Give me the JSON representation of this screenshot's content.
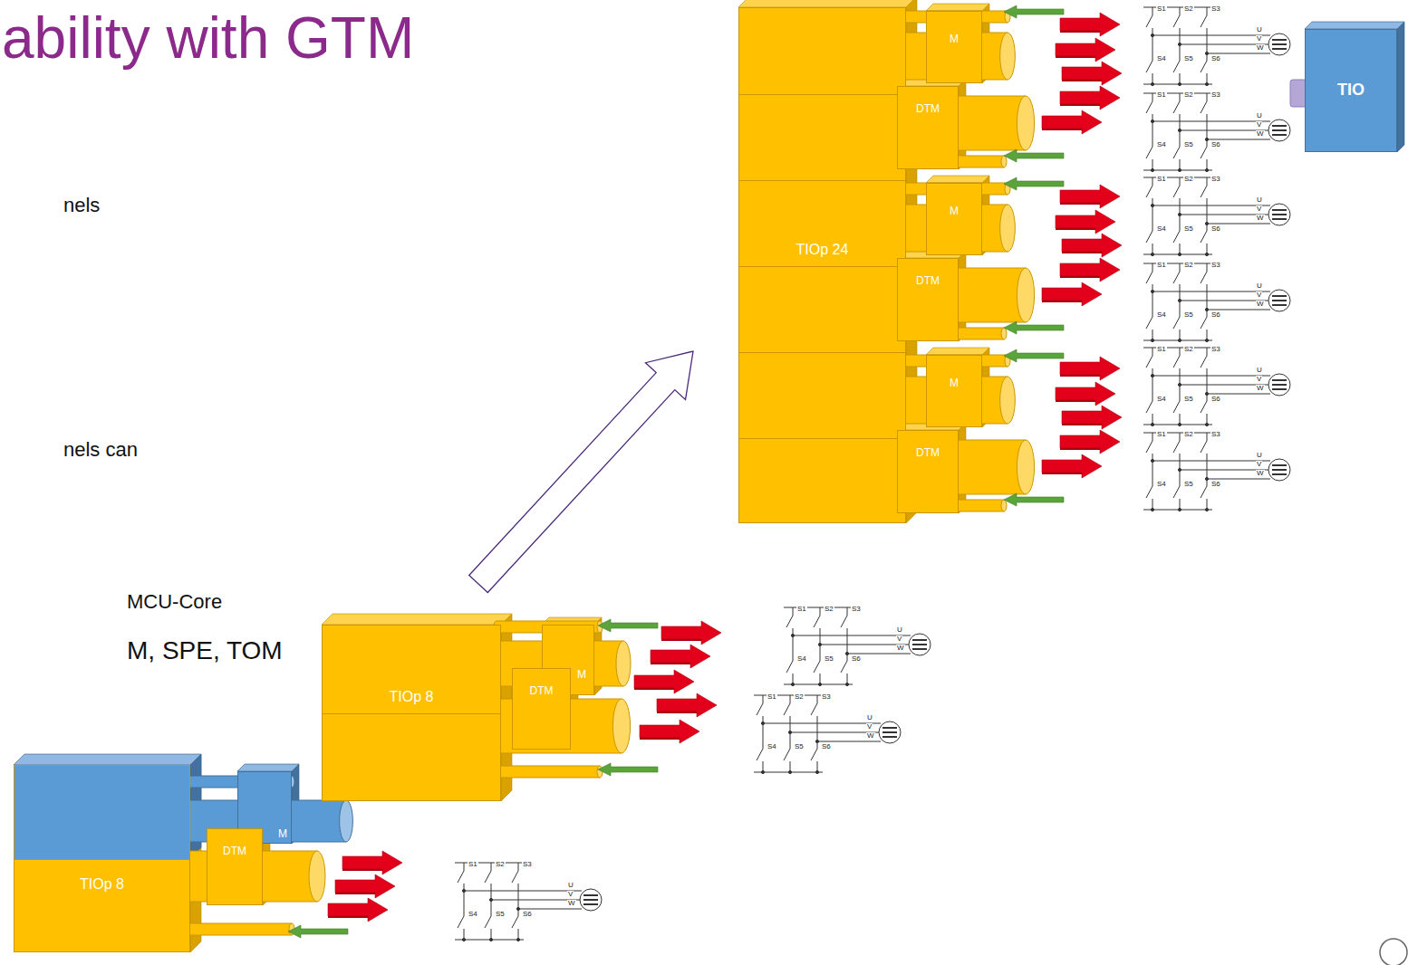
{
  "diagram": {
    "title": "ability with GTM",
    "nodes": [
      {
        "text": [
          "TIOp 24"
        ]
      },
      {
        "text": [
          "M"
        ]
      },
      {
        "text": [
          "DTM"
        ]
      },
      {
        "text": [
          "M"
        ]
      },
      {
        "text": [
          "DTM"
        ]
      },
      {
        "text": [
          "M"
        ]
      },
      {
        "text": [
          "DTM"
        ]
      },
      {
        "text": [
          "TIO"
        ]
      },
      {
        "text": [
          "TIOp 8"
        ]
      },
      {
        "text": [
          "M"
        ]
      },
      {
        "text": [
          "DTM"
        ]
      },
      {
        "text": [
          "TIOp 8"
        ]
      },
      {
        "text": [
          "M"
        ]
      },
      {
        "text": [
          "DTM"
        ]
      }
    ],
    "edges": [
      {
        "from": 8,
        "to": 0,
        "arrow": "to"
      }
    ],
    "labels": [
      "nels",
      "nels can",
      "MCU-Core",
      "M, SPE, TOM",
      "S1",
      "S2",
      "S3",
      "S4",
      "S5",
      "S6",
      "U",
      "V",
      "W",
      "S1",
      "S2",
      "S3",
      "S4",
      "S5",
      "S6",
      "U",
      "V",
      "W",
      "S1",
      "S2",
      "S3",
      "S4",
      "S5",
      "S6",
      "U",
      "V",
      "W",
      "S1",
      "S2",
      "S3",
      "S4",
      "S5",
      "S6",
      "U",
      "V",
      "W",
      "S1",
      "S2",
      "S3",
      "S4",
      "S5",
      "S6",
      "U",
      "V",
      "W",
      "S1",
      "S2",
      "S3",
      "S4",
      "S5",
      "S6",
      "U",
      "V",
      "W",
      "S1",
      "S2",
      "S3",
      "S4",
      "S5",
      "S6",
      "U",
      "V",
      "W",
      "S1",
      "S2",
      "S3",
      "S4",
      "S5",
      "S6",
      "U",
      "V",
      "W",
      "S1",
      "S2",
      "S3",
      "S4",
      "S5",
      "S6",
      "U",
      "V",
      "W"
    ]
  }
}
